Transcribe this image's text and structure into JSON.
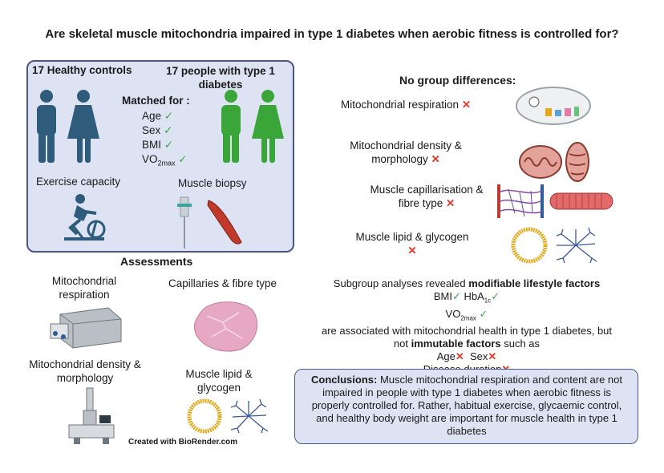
{
  "title": "Are skeletal muscle mitochondria impaired in type 1 diabetes when aerobic fitness is controlled for?",
  "cohort": {
    "healthy_label": "17 Healthy controls",
    "t1d_label": "17 people with type 1 diabetes",
    "matched_heading": "Matched for :",
    "matched_items": [
      "Age",
      "Sex",
      "BMI"
    ],
    "vo2_base": "VO",
    "vo2_sub": "2max",
    "check": "✓",
    "exercise_label": "Exercise capacity",
    "biopsy_label": "Muscle biopsy"
  },
  "assessments": {
    "heading": "Assessments",
    "mito_resp": "Mitochondrial respiration",
    "capillaries": "Capillaries & fibre type",
    "mito_density": "Mitochondrial density & morphology",
    "lipid": "Muscle lipid & glycogen",
    "credit": "Created with BioRender.com"
  },
  "results": {
    "heading": "No group differences:",
    "items": [
      "Mitochondrial respiration",
      "Mitochondrial density & morphology",
      "Muscle capillarisation & fibre type",
      "Muscle lipid & glycogen"
    ],
    "cross": "✕"
  },
  "subgroup": {
    "line1_pre": "Subgroup analyses revealed ",
    "line1_bold": "modifiable lifestyle factors",
    "bmi": "BMI",
    "hba": "HbA",
    "hba_sub": "1c",
    "vo2_base": "VO",
    "vo2_sub": "2max",
    "line3": "are associated with mitochondrial health in type 1 diabetes, but",
    "line4_pre": "not ",
    "line4_bold": "immutable factors",
    "line4_post": " such as",
    "age": "Age",
    "sex": "Sex",
    "duration": "Disease duration"
  },
  "conclusion": {
    "label": "Conclusions:",
    "text": " Muscle mitochondrial respiration and content are not impaired in people with type 1 diabetes when aerobic fitness is properly controlled for. Rather, habitual exercise, glycaemic control, and healthy body weight are important for muscle health in type 1 diabetes"
  },
  "colors": {
    "healthy": "#2e5c7a",
    "t1d": "#3aa63a",
    "box_fill": "#dde3f3",
    "box_border": "#4a5688",
    "cross": "#e23b2e",
    "check": "#3da845"
  }
}
